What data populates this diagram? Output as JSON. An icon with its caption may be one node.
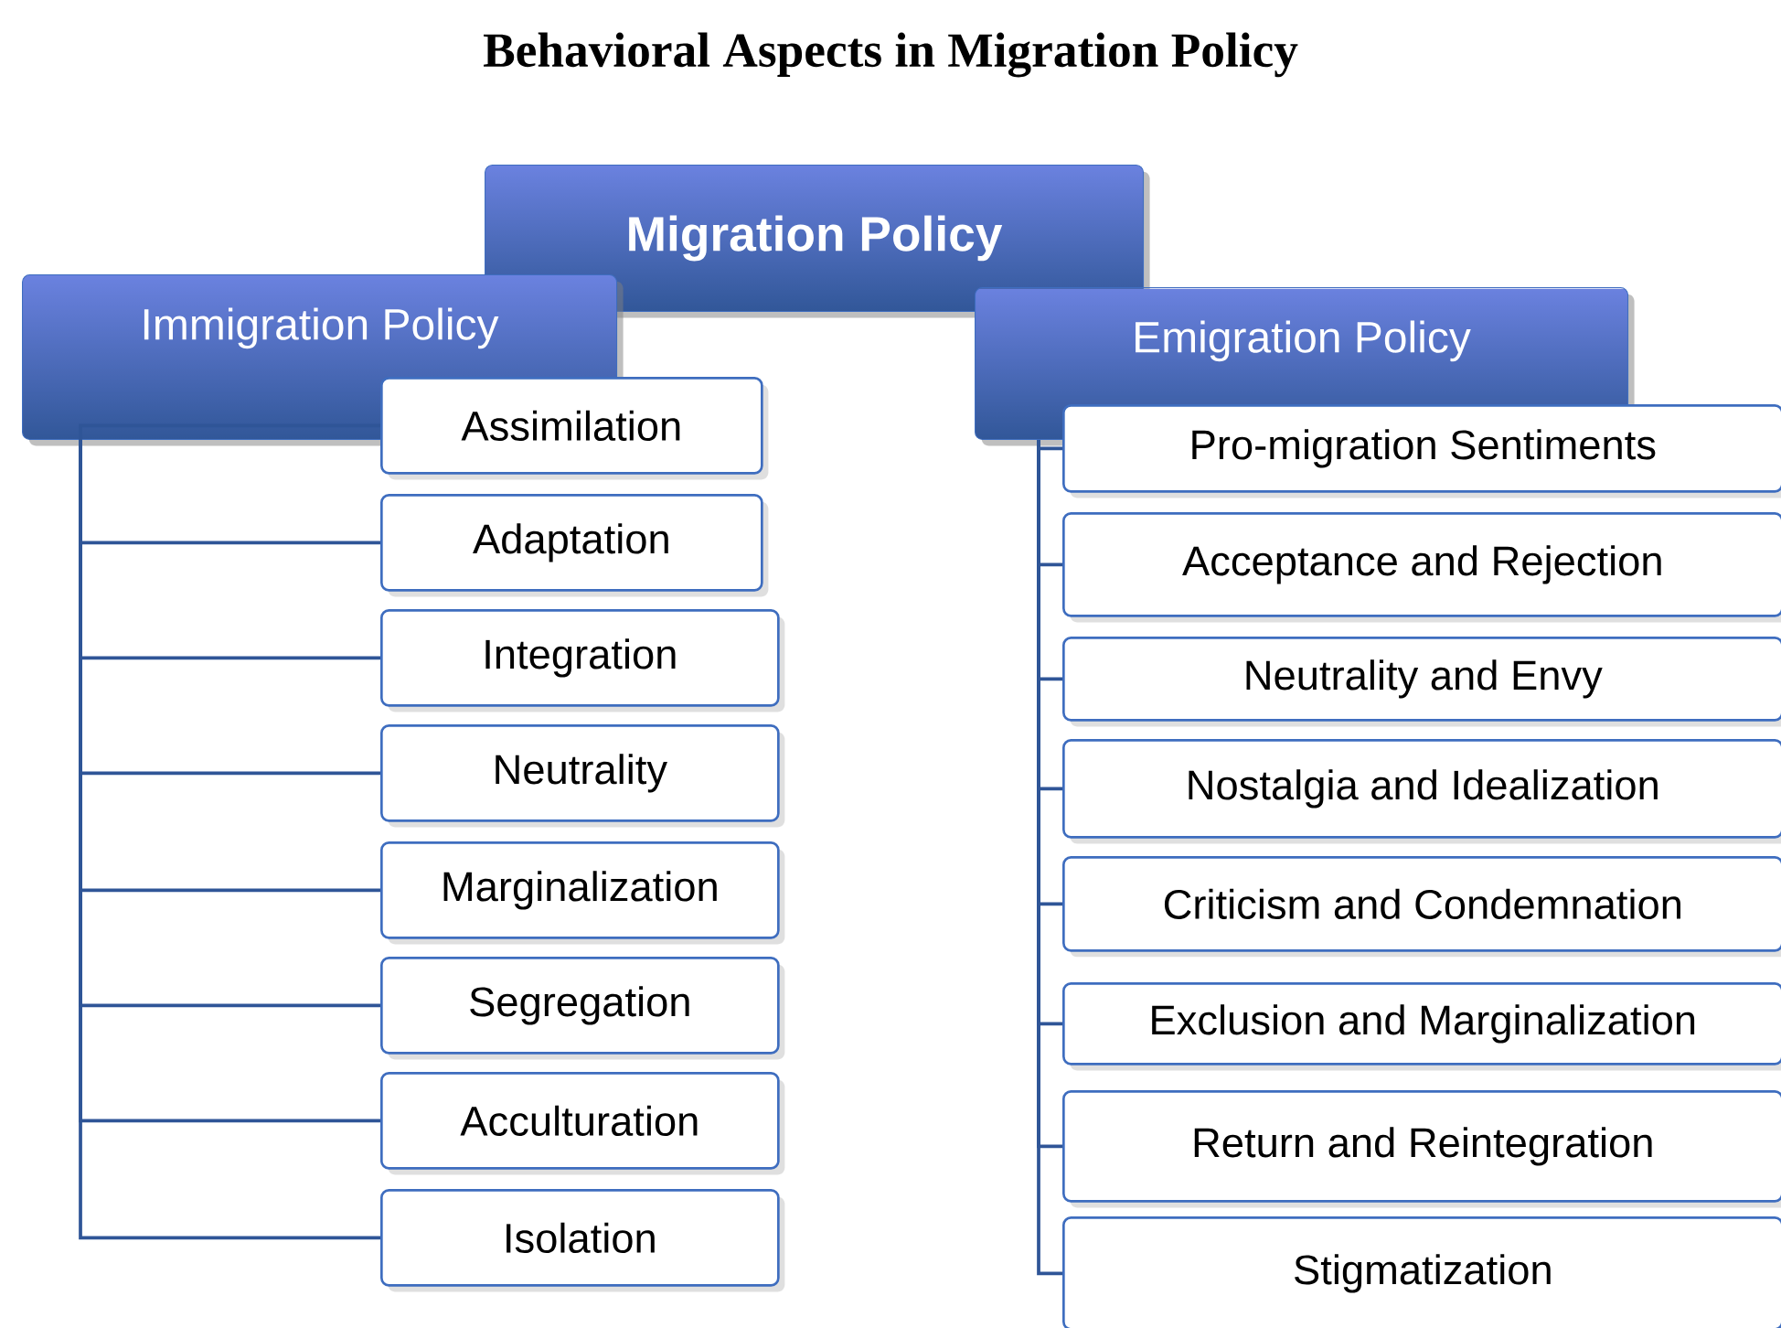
{
  "diagram": {
    "title": "Behavioral Aspects in Migration Policy",
    "nodes": [
      {
        "text": [
          "Migration Policy"
        ]
      },
      {
        "text": [
          "Immigration Policy"
        ]
      },
      {
        "text": [
          "Emigration Policy"
        ]
      },
      {
        "text": [
          "Assimilation"
        ]
      },
      {
        "text": [
          "Adaptation"
        ]
      },
      {
        "text": [
          "Integration"
        ]
      },
      {
        "text": [
          "Neutrality"
        ]
      },
      {
        "text": [
          "Marginalization"
        ]
      },
      {
        "text": [
          "Segregation"
        ]
      },
      {
        "text": [
          "Acculturation"
        ]
      },
      {
        "text": [
          "Isolation"
        ]
      },
      {
        "text": [
          "Pro-migration Sentiments"
        ]
      },
      {
        "text": [
          "Acceptance and Rejection"
        ]
      },
      {
        "text": [
          "Neutrality and Envy"
        ]
      },
      {
        "text": [
          "Nostalgia and Idealization"
        ]
      },
      {
        "text": [
          "Criticism and Condemnation"
        ]
      },
      {
        "text": [
          "Exclusion and Marginalization"
        ]
      },
      {
        "text": [
          "Return and Reintegration"
        ]
      },
      {
        "text": [
          "Stigmatization"
        ]
      }
    ],
    "edges": [
      {
        "from": 1,
        "to": 3,
        "arrow": "none"
      },
      {
        "from": 1,
        "to": 4,
        "arrow": "none"
      },
      {
        "from": 1,
        "to": 5,
        "arrow": "none"
      },
      {
        "from": 1,
        "to": 6,
        "arrow": "none"
      },
      {
        "from": 1,
        "to": 7,
        "arrow": "none"
      },
      {
        "from": 1,
        "to": 8,
        "arrow": "none"
      },
      {
        "from": 1,
        "to": 9,
        "arrow": "none"
      },
      {
        "from": 1,
        "to": 10,
        "arrow": "none"
      },
      {
        "from": 2,
        "to": 11,
        "arrow": "none"
      },
      {
        "from": 2,
        "to": 12,
        "arrow": "none"
      },
      {
        "from": 2,
        "to": 13,
        "arrow": "none"
      },
      {
        "from": 2,
        "to": 14,
        "arrow": "none"
      },
      {
        "from": 2,
        "to": 15,
        "arrow": "none"
      },
      {
        "from": 2,
        "to": 16,
        "arrow": "none"
      },
      {
        "from": 2,
        "to": 17,
        "arrow": "none"
      },
      {
        "from": 2,
        "to": 18,
        "arrow": "none"
      }
    ]
  }
}
